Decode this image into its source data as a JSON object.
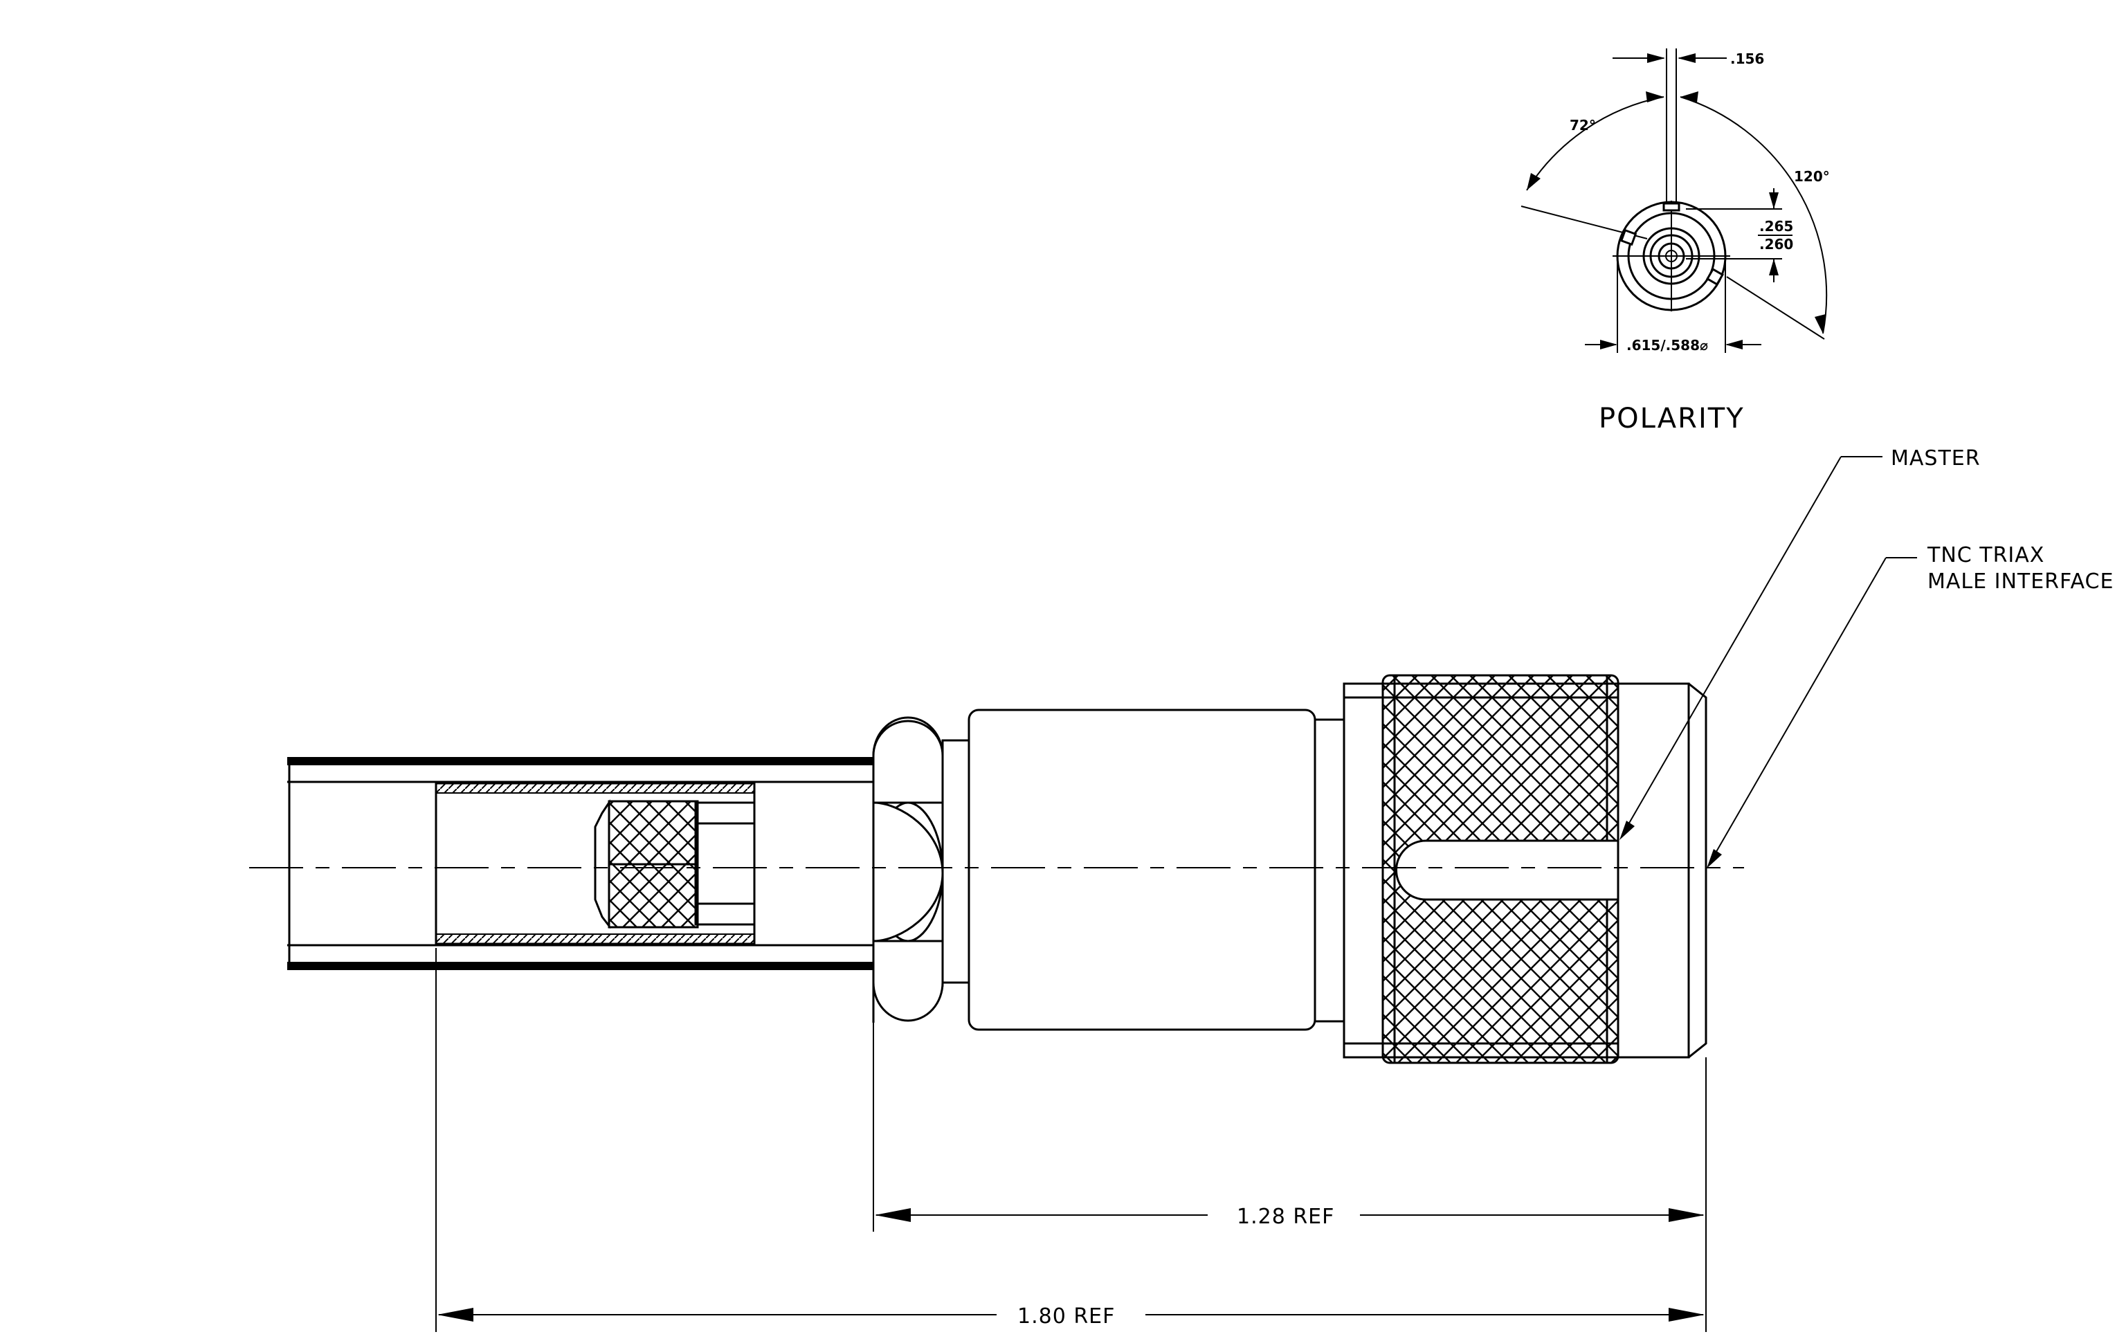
{
  "polarity": {
    "title": "POLARITY",
    "dim_slot_width": ".156",
    "angle_left": "72°",
    "angle_right": "120°",
    "dim_height_max": ".265",
    "dim_height_min": ".260",
    "dim_diameter": ".615/.588⌀"
  },
  "callouts": {
    "master": "MASTER",
    "interface_line1": "TNC TRIAX",
    "interface_line2": "MALE INTERFACE"
  },
  "dimensions": {
    "ref_short": "1.28 REF",
    "ref_long": "1.80 REF"
  }
}
